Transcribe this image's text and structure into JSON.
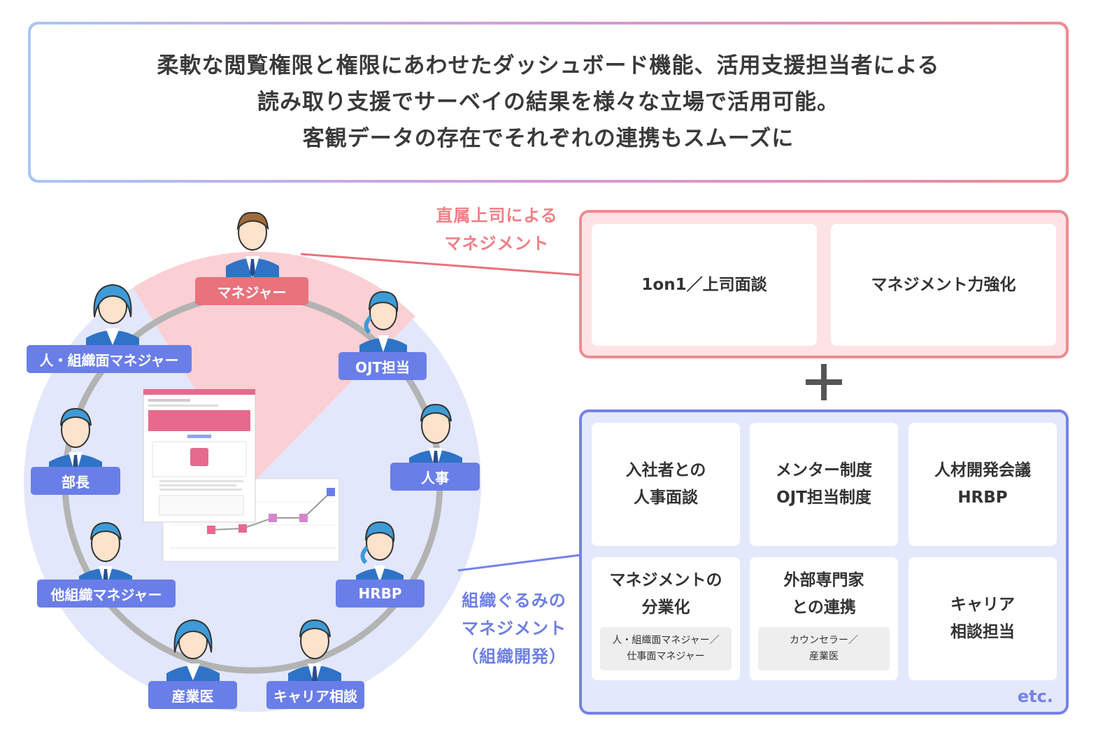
{
  "header": {
    "lines": [
      "柔軟な閲覧権限と権限にあわせたダッシュボード機能、活用支援担当者による",
      "読み取り支援でサーベイの結果を様々な立場で活用可能。",
      "客観データの存在でそれぞれの連携もスムーズに"
    ]
  },
  "roles": {
    "manager": "マネジャー",
    "hr_org_manager": "人・組織面マネジャー",
    "ojt": "OJT担当",
    "bucho": "部長",
    "jinji": "人事",
    "other_manager": "他組織マネジャー",
    "hrbp": "HRBP",
    "sangyoi": "産業医",
    "career": "キャリア相談"
  },
  "direct": {
    "label_lines": [
      "直属上司による",
      "マネジメント"
    ],
    "cards": [
      "1on1／上司面談",
      "マネジメント力強化"
    ]
  },
  "org": {
    "label_lines": [
      "組織ぐるみの",
      "マネジメント",
      "（組織開発）"
    ],
    "cards": [
      {
        "lines": [
          "入社者との",
          "人事面談"
        ],
        "sub": []
      },
      {
        "lines": [
          "メンター制度",
          "OJT担当制度"
        ],
        "sub": []
      },
      {
        "lines": [
          "人材開発会議",
          "HRBP"
        ],
        "sub": []
      },
      {
        "lines": [
          "マネジメントの",
          "分業化"
        ],
        "sub": [
          "人・組織面マネジャー／",
          "仕事面マネジャー"
        ]
      },
      {
        "lines": [
          "外部専門家",
          "との連携"
        ],
        "sub": [
          "カウンセラー／",
          "産業医"
        ]
      },
      {
        "lines": [
          "キャリア",
          "相談担当"
        ],
        "sub": []
      }
    ],
    "etc": "etc."
  },
  "colors": {
    "pink": "#e9727c",
    "blue": "#6a7ee8",
    "pink_bg": "#fde3e5",
    "blue_bg": "#e4e8fb"
  }
}
